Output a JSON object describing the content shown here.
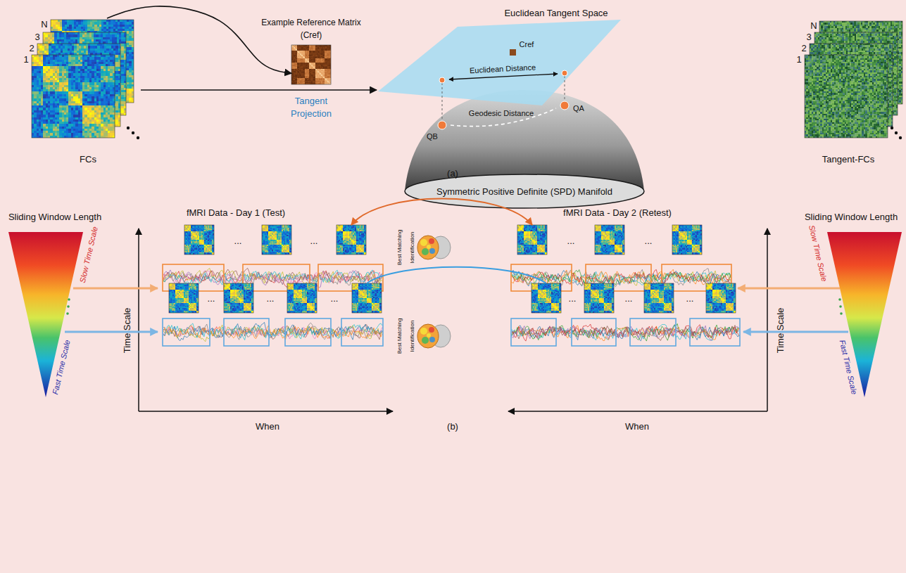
{
  "diagram": {
    "nodes": [
      {
        "text": [
          "FCs"
        ]
      },
      {
        "text": [
          "Example Reference Matrix (Cref)"
        ]
      },
      {
        "text": [
          "Euclidean Tangent Space"
        ]
      },
      {
        "text": [
          "Symmetric Positive Definite (SPD) Manifold"
        ]
      },
      {
        "text": [
          "Tangent-FCs"
        ]
      },
      {
        "text": [
          "Sliding Window Length",
          "Slow Time Scale",
          "Fast Time Scale"
        ]
      },
      {
        "text": [
          "Sliding Window Length",
          "Slow Time Scale",
          "Fast Time Scale"
        ]
      }
    ],
    "edges": [
      {
        "from": 0,
        "to": 1,
        "arrow": "to"
      },
      {
        "from": 0,
        "to": 2,
        "label": "Tangent Projection",
        "arrow": "to"
      }
    ],
    "labels": [
      "N",
      "3",
      "2",
      "1",
      "Cref",
      "Euclidean Distance",
      "Geodesic Distance",
      "QB",
      "QA",
      "N",
      "3",
      "2",
      "1",
      "(a)",
      "fMRI Data - Day 1 (Test)",
      "fMRI Data - Day 2 (Retest)",
      "Time Scale",
      "Time Scale",
      "When",
      "When",
      "Best Matching Identification",
      "Best Matching Identification",
      "...",
      "...",
      "...",
      "...",
      "...",
      "...",
      "...",
      "...",
      "...",
      "...",
      "(b)"
    ]
  }
}
